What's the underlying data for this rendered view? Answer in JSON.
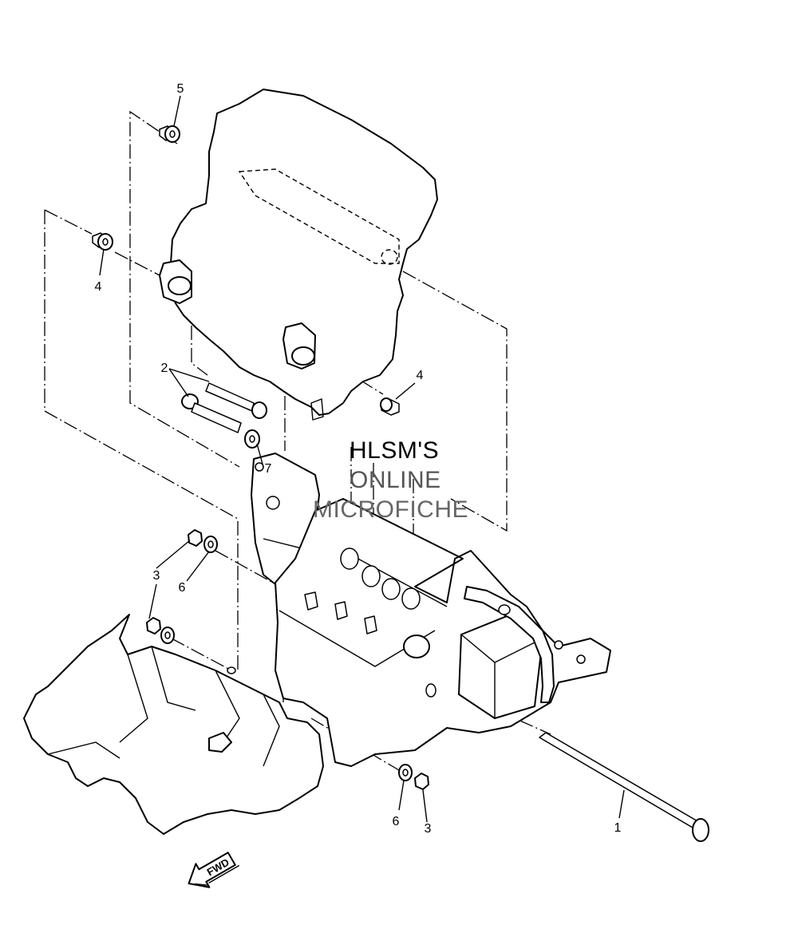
{
  "callouts": {
    "c1": "1",
    "c2": "2",
    "c3a": "3",
    "c3b": "3",
    "c4a": "4",
    "c4b": "4",
    "c5": "5",
    "c6a": "6",
    "c6b": "6",
    "c7": "7"
  },
  "watermark": {
    "line1": "HLSM'S",
    "line2": "ONLINE",
    "line3": "MICROFICHE",
    "line1_color": "#000000",
    "line2_color": "#555555",
    "line3_color": "#666666"
  },
  "fwd_arrow": {
    "label": "FWD"
  }
}
